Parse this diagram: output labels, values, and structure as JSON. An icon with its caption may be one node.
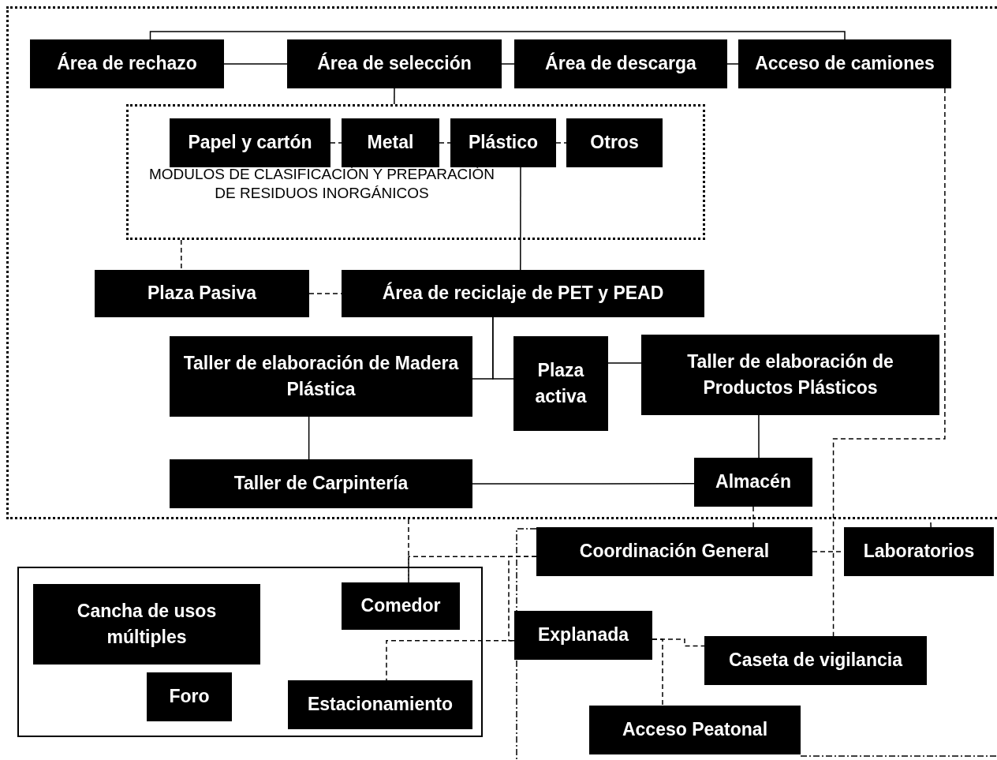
{
  "diagram": {
    "nodes": [
      {
        "text": [],
        "shape": "box"
      },
      {
        "text": [
          "Área de rechazo"
        ],
        "in": 0
      },
      {
        "text": [
          "Área de selección"
        ],
        "in": 0
      },
      {
        "text": [
          "Área de descarga"
        ],
        "in": 0
      },
      {
        "text": [
          "Acceso de camiones"
        ],
        "in": 0
      },
      {
        "text": [
          "MODULOS DE CLASIFICACIÓN Y PREPARACIÓN DE RESIDUOS INORGÁNICOS"
        ],
        "in": 0
      },
      {
        "text": [
          "Papel y cartón"
        ],
        "in": 5
      },
      {
        "text": [
          "Metal"
        ],
        "in": 5
      },
      {
        "text": [
          "Plástico"
        ],
        "in": 5
      },
      {
        "text": [
          "Otros"
        ],
        "in": 5
      },
      {
        "text": [
          "Plaza Pasiva"
        ],
        "in": 0
      },
      {
        "text": [
          "Área de reciclaje de PET y PEAD"
        ],
        "in": 0
      },
      {
        "text": [
          "Taller de elaboración de Madera Plástica"
        ],
        "in": 0
      },
      {
        "text": [
          "Plaza activa"
        ],
        "in": 0
      },
      {
        "text": [
          "Taller de elaboración de Productos Plásticos"
        ],
        "in": 0
      },
      {
        "text": [
          "Taller de Carpintería"
        ],
        "in": 0
      },
      {
        "text": [
          "Almacén"
        ],
        "in": 0
      },
      {
        "text": [
          "Coordinación General"
        ]
      },
      {
        "text": [
          "Laboratorios"
        ]
      },
      {
        "text": [],
        "shape": "box"
      },
      {
        "text": [
          "Cancha de usos múltiples"
        ],
        "in": 19
      },
      {
        "text": [
          "Comedor"
        ],
        "in": 19
      },
      {
        "text": [
          "Foro"
        ],
        "in": 19
      },
      {
        "text": [
          "Estacionamiento"
        ],
        "in": 19
      },
      {
        "text": [
          "Explanada"
        ]
      },
      {
        "text": [
          "Caseta de vigilancia"
        ]
      },
      {
        "text": [
          "Acceso Peatonal"
        ]
      }
    ],
    "edges": [
      {
        "from": 1,
        "to": 2,
        "arrow": "none"
      },
      {
        "from": 2,
        "to": 3,
        "arrow": "none"
      },
      {
        "from": 3,
        "to": 4,
        "arrow": "none"
      },
      {
        "from": 1,
        "to": 4,
        "arrow": "none"
      },
      {
        "from": 2,
        "to": 5,
        "arrow": "none"
      },
      {
        "from": 6,
        "to": 7,
        "arrow": "none",
        "style": "dashed"
      },
      {
        "from": 7,
        "to": 8,
        "arrow": "none",
        "style": "dashed"
      },
      {
        "from": 8,
        "to": 9,
        "arrow": "none",
        "style": "dashed"
      },
      {
        "from": 8,
        "to": 11,
        "arrow": "none"
      },
      {
        "from": 5,
        "to": 10,
        "arrow": "none",
        "style": "dashed"
      },
      {
        "from": 10,
        "to": 11,
        "arrow": "none",
        "style": "dashed"
      },
      {
        "from": 11,
        "to": 12,
        "arrow": "none"
      },
      {
        "from": 11,
        "to": 13,
        "arrow": "none"
      },
      {
        "from": 13,
        "to": 14,
        "arrow": "none"
      },
      {
        "from": 12,
        "to": 15,
        "arrow": "none"
      },
      {
        "from": 14,
        "to": 16,
        "arrow": "none"
      },
      {
        "from": 15,
        "to": 16,
        "arrow": "none"
      },
      {
        "from": 4,
        "to": 25,
        "arrow": "none",
        "style": "dashed"
      },
      {
        "from": 16,
        "to": 17,
        "arrow": "none",
        "style": "dashed"
      },
      {
        "from": 17,
        "to": 18,
        "arrow": "none",
        "style": "dashed"
      },
      {
        "from": 18,
        "to": 0,
        "arrow": "none",
        "style": "dashed"
      },
      {
        "from": 0,
        "to": 21,
        "arrow": "none",
        "style": "dashed"
      },
      {
        "from": 17,
        "to": 21,
        "arrow": "none",
        "style": "dashed"
      },
      {
        "from": 17,
        "to": 24,
        "arrow": "none",
        "style": "dashed"
      },
      {
        "from": 24,
        "to": 23,
        "arrow": "none",
        "style": "dashed"
      },
      {
        "from": 24,
        "to": 25,
        "arrow": "none",
        "style": "dashed"
      },
      {
        "from": 24,
        "to": 26,
        "arrow": "none",
        "style": "dashed"
      }
    ]
  }
}
